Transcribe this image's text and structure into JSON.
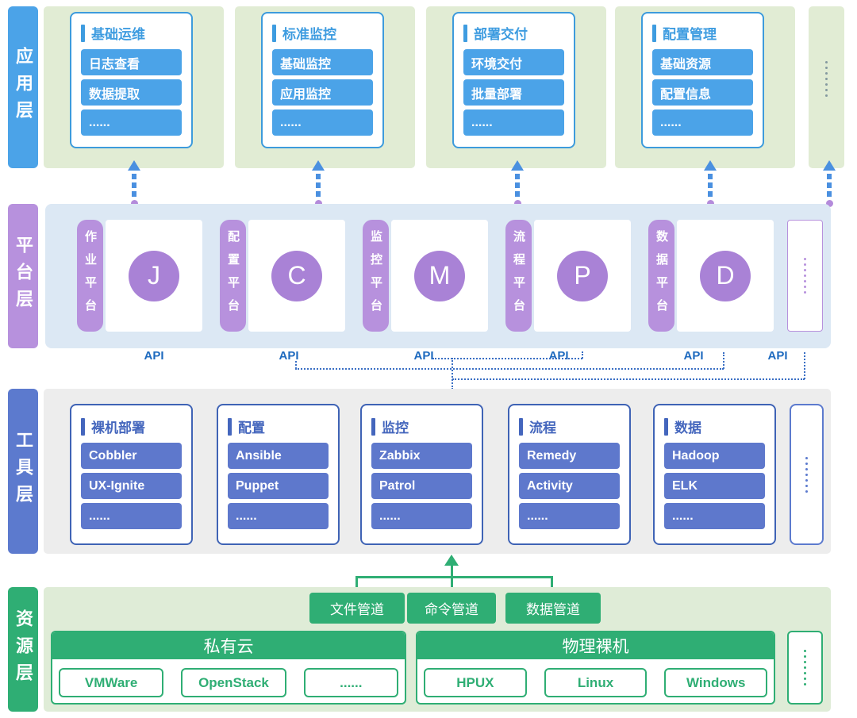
{
  "colors": {
    "sky_blue": "#4BA3E8",
    "title_blue": "#3E9CE0",
    "card_border_blue": "#3D9BDC",
    "sage_green_bg": "#E1ECD4",
    "purple": "#B791DD",
    "circle_purple": "#A982D6",
    "platform_bg": "#DCE8F4",
    "api_blue": "#1E6ABF",
    "dotted_line_blue": "#3A6FC4",
    "indigo": "#5E78CC",
    "indigo_border": "#3F63B5",
    "indigo_label": "#5C7ACE",
    "tools_bg": "#EDEDED",
    "green": "#2FAE74",
    "resource_bg": "#DFECD7",
    "arrow_blue": "#4A90E0",
    "arrow_dot_purple": "#B48BDB",
    "ellipsis_gray": "#84999F"
  },
  "app": {
    "label": "应用层",
    "cards": [
      {
        "title": "基础运维",
        "items": [
          "日志查看",
          "数据提取",
          "......"
        ]
      },
      {
        "title": "标准监控",
        "items": [
          "基础监控",
          "应用监控",
          "......"
        ]
      },
      {
        "title": "部署交付",
        "items": [
          "环境交付",
          "批量部署",
          "......"
        ]
      },
      {
        "title": "配置管理",
        "items": [
          "基础资源",
          "配置信息",
          "......"
        ]
      }
    ]
  },
  "platform": {
    "label": "平台层",
    "api": "API",
    "items": [
      {
        "tab": "作业平台",
        "letter": "J"
      },
      {
        "tab": "配置平台",
        "letter": "C"
      },
      {
        "tab": "监控平台",
        "letter": "M"
      },
      {
        "tab": "流程平台",
        "letter": "P"
      },
      {
        "tab": "数据平台",
        "letter": "D"
      }
    ]
  },
  "tools": {
    "label": "工具层",
    "cards": [
      {
        "title": "裸机部署",
        "items": [
          "Cobbler",
          "UX-Ignite",
          "......"
        ]
      },
      {
        "title": "配置",
        "items": [
          "Ansible",
          "Puppet",
          "......"
        ]
      },
      {
        "title": "监控",
        "items": [
          "Zabbix",
          "Patrol",
          "......"
        ]
      },
      {
        "title": "流程",
        "items": [
          "Remedy",
          "Activity",
          "......"
        ]
      },
      {
        "title": "数据",
        "items": [
          "Hadoop",
          "ELK",
          "......"
        ]
      }
    ]
  },
  "resource": {
    "label": "资源层",
    "pipes": [
      "文件管道",
      "命令管道",
      "数据管道"
    ],
    "groups": [
      {
        "title": "私有云",
        "items": [
          "VMWare",
          "OpenStack",
          "......"
        ]
      },
      {
        "title": "物理裸机",
        "items": [
          "HPUX",
          "Linux",
          "Windows"
        ]
      }
    ]
  }
}
